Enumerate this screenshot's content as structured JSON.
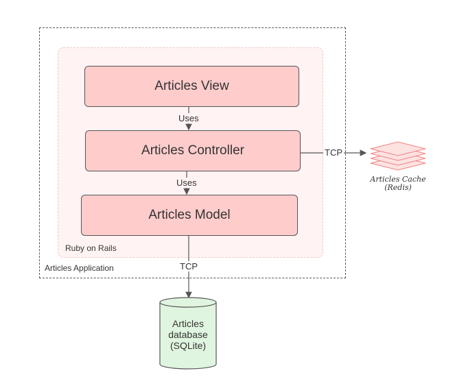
{
  "boundaries": {
    "application_label": "Articles Application",
    "framework_label": "Ruby on Rails"
  },
  "components": {
    "view": "Articles View",
    "controller": "Articles Controller",
    "model": "Articles Model"
  },
  "edges": {
    "view_controller": "Uses",
    "controller_model": "Uses",
    "controller_cache": "TCP",
    "model_database": "TCP"
  },
  "cache": {
    "line1": "Articles Cache",
    "line2": "(Redis)"
  },
  "database": {
    "line1": "Articles",
    "line2": "database",
    "line3": "(SQLite)"
  },
  "colors": {
    "component_fill": "#ffcccc",
    "rails_fill": "#fff3f3",
    "database_fill": "#e0f5e0",
    "cache_color": "#f08080"
  }
}
